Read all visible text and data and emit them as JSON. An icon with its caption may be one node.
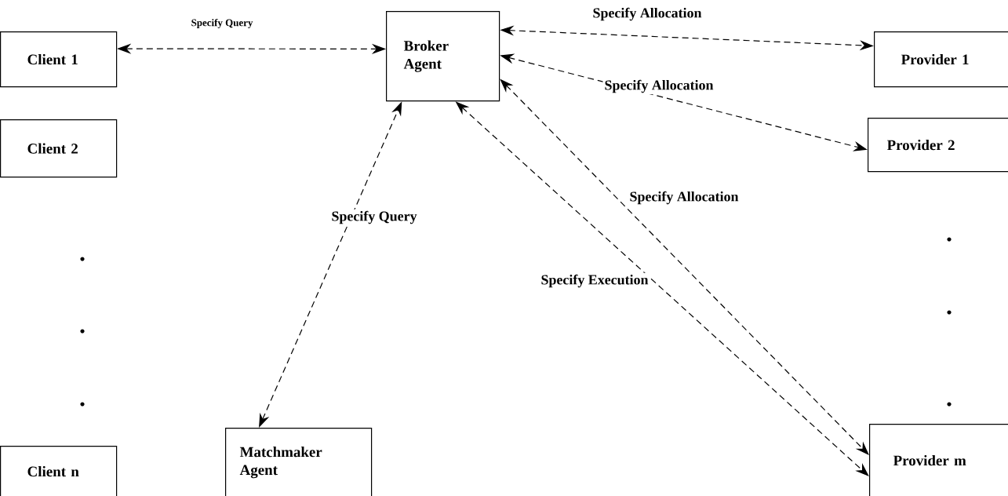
{
  "diagram": {
    "nodes": [
      {
        "text": [
          "Client 1"
        ]
      },
      {
        "text": [
          "Client 2"
        ]
      },
      {
        "text": [
          "Client n"
        ]
      },
      {
        "text": [
          "Broker Agent"
        ]
      },
      {
        "text": [
          "Matchmaker Agent"
        ]
      },
      {
        "text": [
          "Provider 1"
        ]
      },
      {
        "text": [
          "Provider 2"
        ]
      },
      {
        "text": [
          "Provider m"
        ]
      }
    ],
    "edges": [
      {
        "from": 0,
        "to": 3,
        "arrow": "both",
        "label": "Specify Query",
        "style": "dashed"
      },
      {
        "from": 3,
        "to": 5,
        "arrow": "both",
        "label": "Specify Allocation",
        "style": "dashed"
      },
      {
        "from": 3,
        "to": 6,
        "arrow": "both",
        "label": "Specify Allocation",
        "style": "dashed"
      },
      {
        "from": 3,
        "to": 7,
        "arrow": "both",
        "label": "Specify Allocation",
        "style": "dashed"
      },
      {
        "from": 3,
        "to": 7,
        "arrow": "both",
        "label": "Specify Execution",
        "style": "dashed"
      },
      {
        "from": 4,
        "to": 3,
        "arrow": "both",
        "label": "Specify Query",
        "style": "dashed"
      }
    ]
  }
}
